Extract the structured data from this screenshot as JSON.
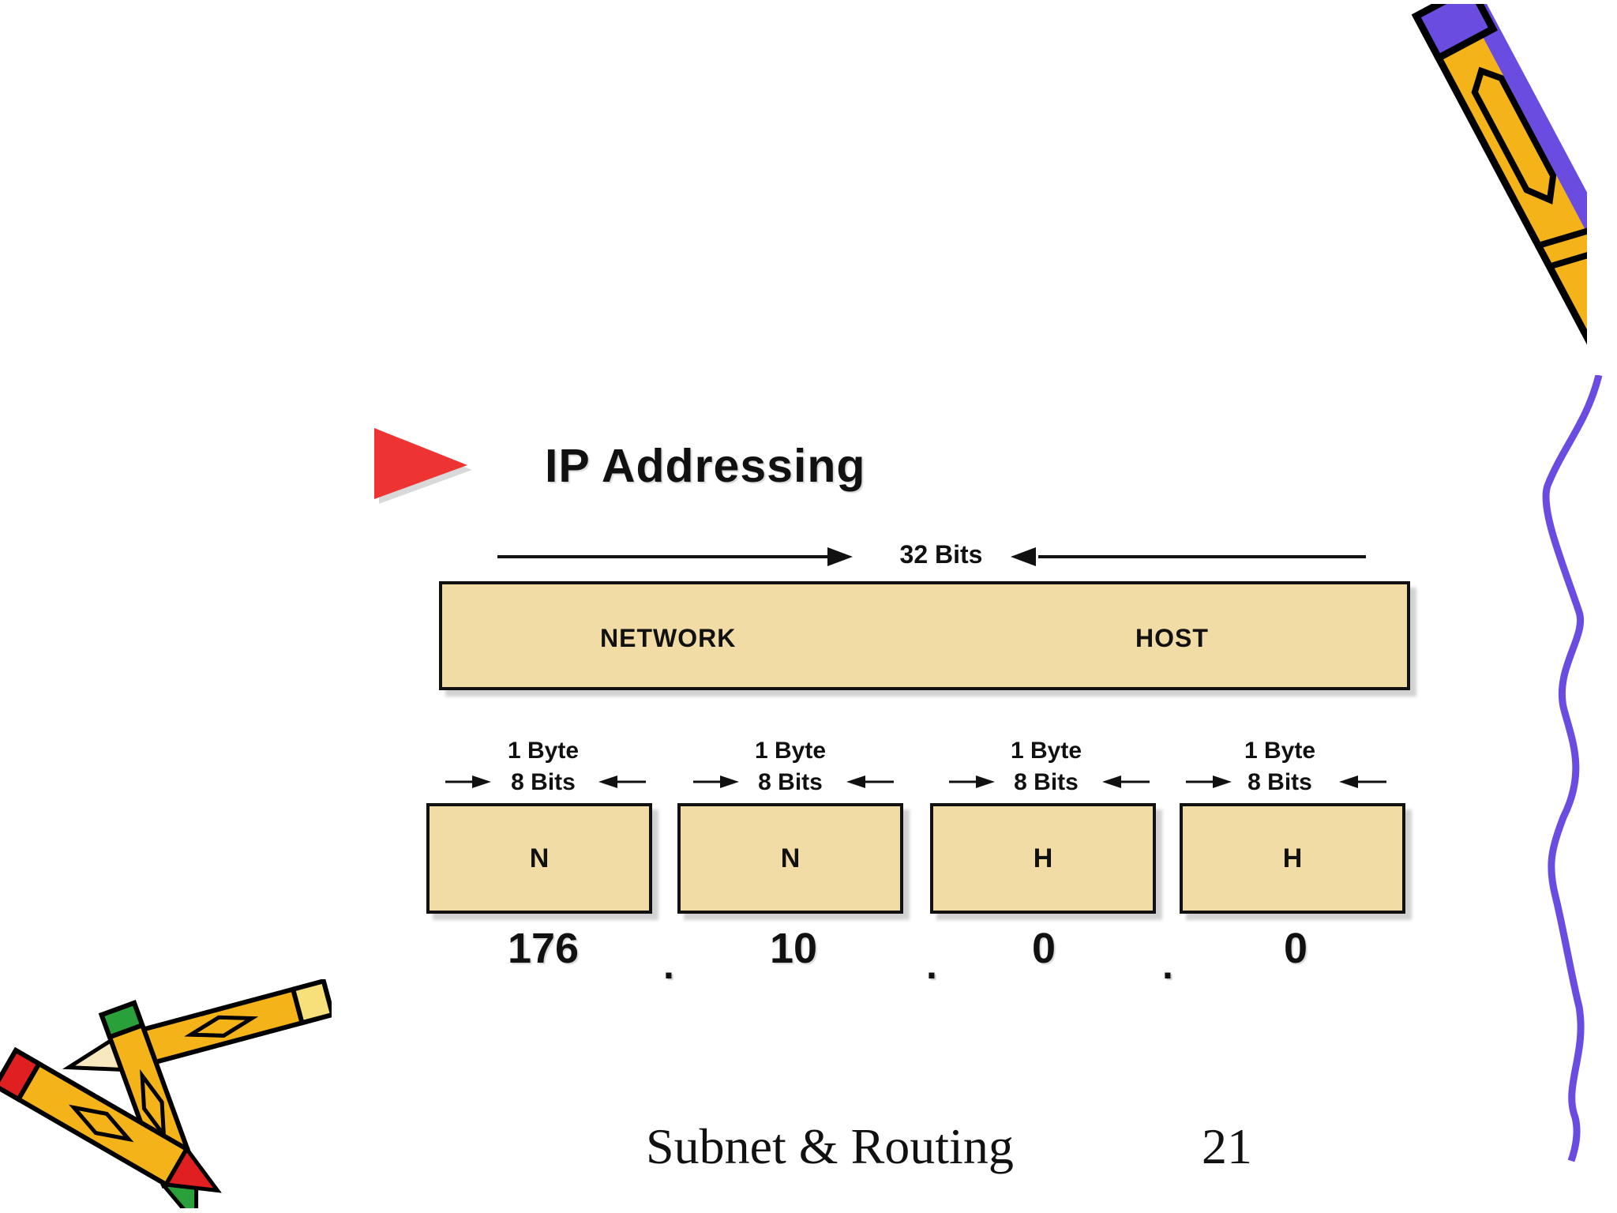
{
  "slide": {
    "title": "IP Addressing",
    "total_bits_label": "32 Bits",
    "address_box": {
      "network_label": "NETWORK",
      "host_label": "HOST"
    },
    "octets": [
      {
        "byte_label": "1 Byte",
        "bits_label": "8 Bits",
        "letter": "N",
        "value": "176"
      },
      {
        "byte_label": "1 Byte",
        "bits_label": "8 Bits",
        "letter": "N",
        "value": "10"
      },
      {
        "byte_label": "1 Byte",
        "bits_label": "8 Bits",
        "letter": "H",
        "value": "0"
      },
      {
        "byte_label": "1 Byte",
        "bits_label": "8 Bits",
        "letter": "H",
        "value": "0"
      }
    ],
    "dot": ".",
    "footer": {
      "text": "Subnet & Routing",
      "page_number": "21"
    }
  },
  "colors": {
    "box_fill": "#f1dca6",
    "bullet_arrow": "#ee3333",
    "pencil_yellow": "#f5b31a",
    "pencil_purple": "#6a4ce0",
    "squiggle": "#6a4ce0"
  },
  "icons": [
    "bullet-arrow-icon",
    "pencil-icon",
    "crossed-pencils-icon",
    "squiggle-line"
  ]
}
